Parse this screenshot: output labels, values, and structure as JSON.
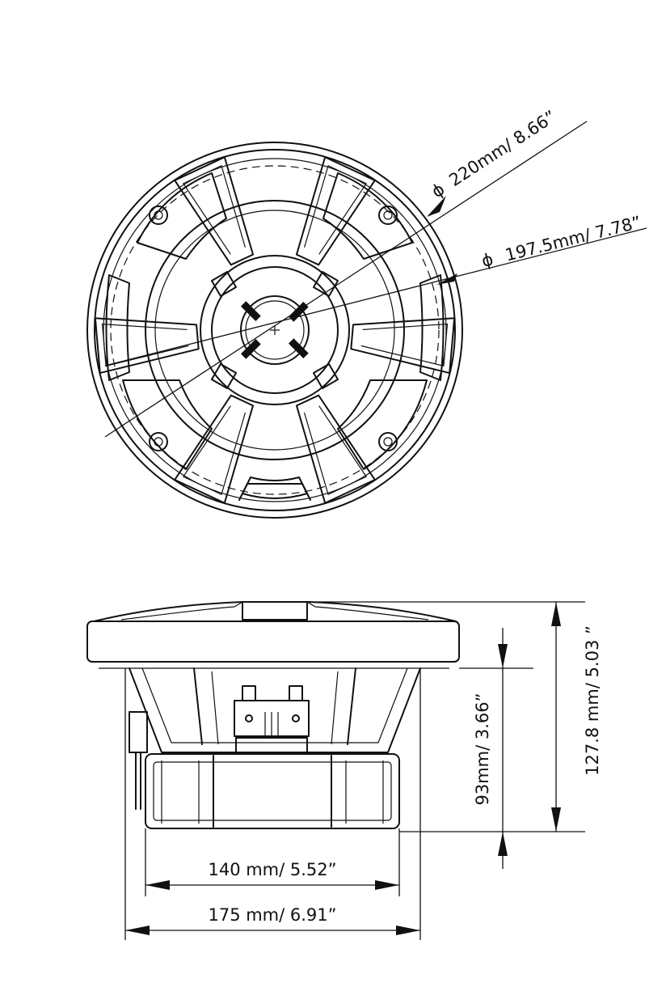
{
  "dimensions": {
    "outer_diameter": "220mm/ 8.66”",
    "inner_diameter": "197.5mm/ 7.78”",
    "depth": "93mm/ 3.66”",
    "total_height": "127.8 mm/ 5.03 ”",
    "magnet_width": "140 mm/ 5.52”",
    "frame_width": "175 mm/ 6.91”"
  },
  "symbols": {
    "diameter": "ϕ"
  }
}
